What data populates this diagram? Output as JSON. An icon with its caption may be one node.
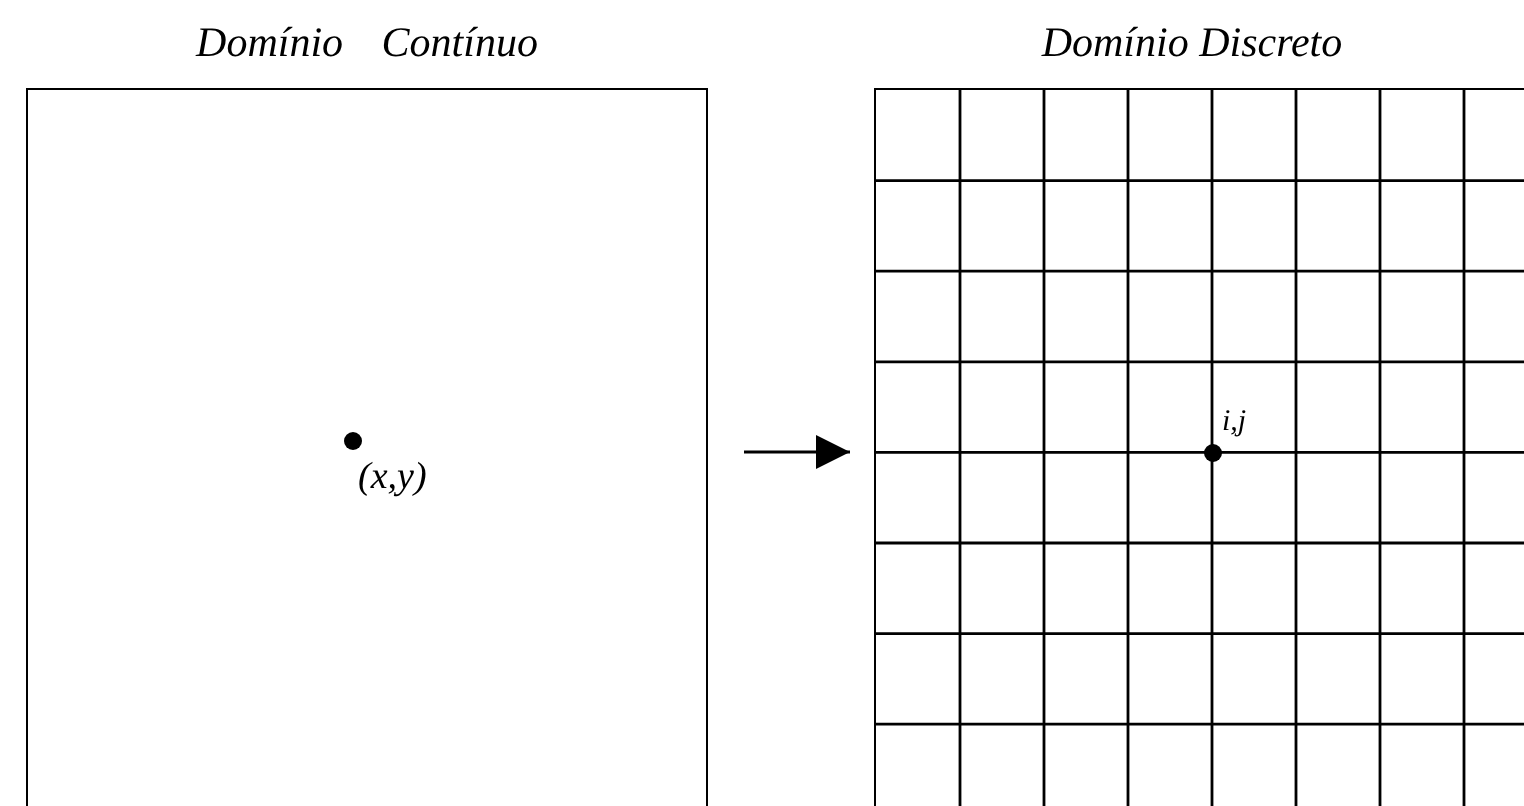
{
  "diagram": {
    "nodes": [
      {
        "text": [
          "Domínio Contínuo"
        ]
      },
      {
        "text": [
          "Domínio Discreto"
        ]
      }
    ],
    "edges": [
      {
        "from": 0,
        "to": 1,
        "arrow": "to"
      }
    ],
    "labels": [
      "(x,y)",
      "i,j"
    ]
  }
}
